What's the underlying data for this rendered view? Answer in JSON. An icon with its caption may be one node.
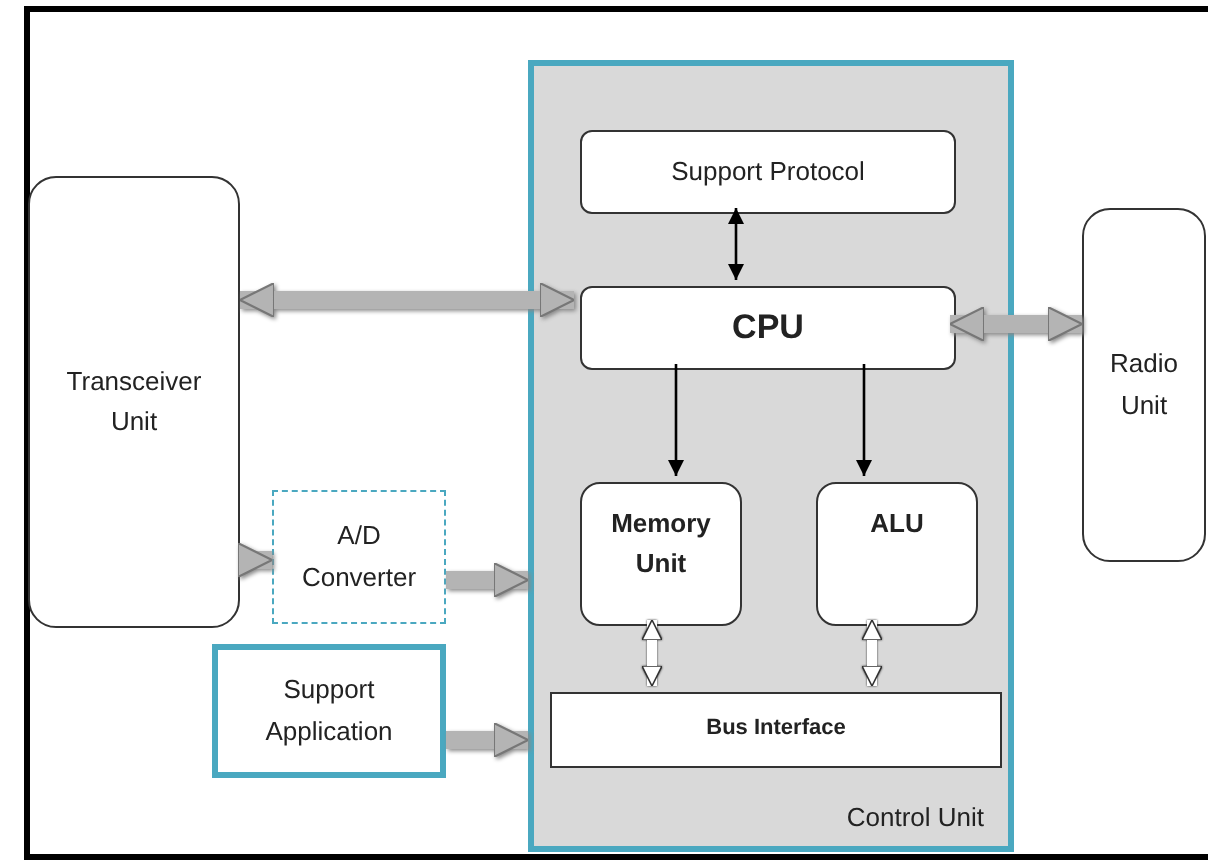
{
  "diagram": {
    "nodes": [
      {
        "text": [
          "Transceiver Unit"
        ]
      },
      {
        "text": [
          "Control Unit"
        ]
      },
      {
        "text": [
          "Support Protocol"
        ],
        "in": 1
      },
      {
        "text": [
          "CPU"
        ],
        "in": 1
      },
      {
        "text": [
          "Radio Unit"
        ]
      },
      {
        "text": [
          "Memory Unit"
        ],
        "in": 1
      },
      {
        "text": [
          "ALU"
        ],
        "in": 1
      },
      {
        "text": [
          "A/D Converter"
        ]
      },
      {
        "text": [
          "Bus Interface"
        ],
        "in": 1
      },
      {
        "text": [
          "Support Application"
        ]
      }
    ],
    "edges": [
      {
        "from": 0,
        "to": 3,
        "arrow": "both",
        "style": "thick",
        "color": "#b4b4b4"
      },
      {
        "from": 2,
        "to": 3,
        "arrow": "both",
        "color": "#000000"
      },
      {
        "from": 3,
        "to": 4,
        "arrow": "both",
        "style": "thick",
        "color": "#b4b4b4"
      },
      {
        "from": 3,
        "to": 5,
        "arrow": "to",
        "color": "#000000"
      },
      {
        "from": 3,
        "to": 6,
        "arrow": "to",
        "color": "#000000"
      },
      {
        "from": 5,
        "to": 8,
        "arrow": "both",
        "color": "#ffffff"
      },
      {
        "from": 6,
        "to": 8,
        "arrow": "both",
        "color": "#ffffff"
      },
      {
        "from": 0,
        "to": 7,
        "arrow": "to",
        "style": "thick",
        "color": "#b4b4b4"
      },
      {
        "from": 7,
        "to": 1,
        "arrow": "to",
        "style": "thick",
        "color": "#b4b4b4"
      },
      {
        "from": 9,
        "to": 1,
        "arrow": "to",
        "style": "thick",
        "color": "#b4b4b4"
      }
    ]
  }
}
